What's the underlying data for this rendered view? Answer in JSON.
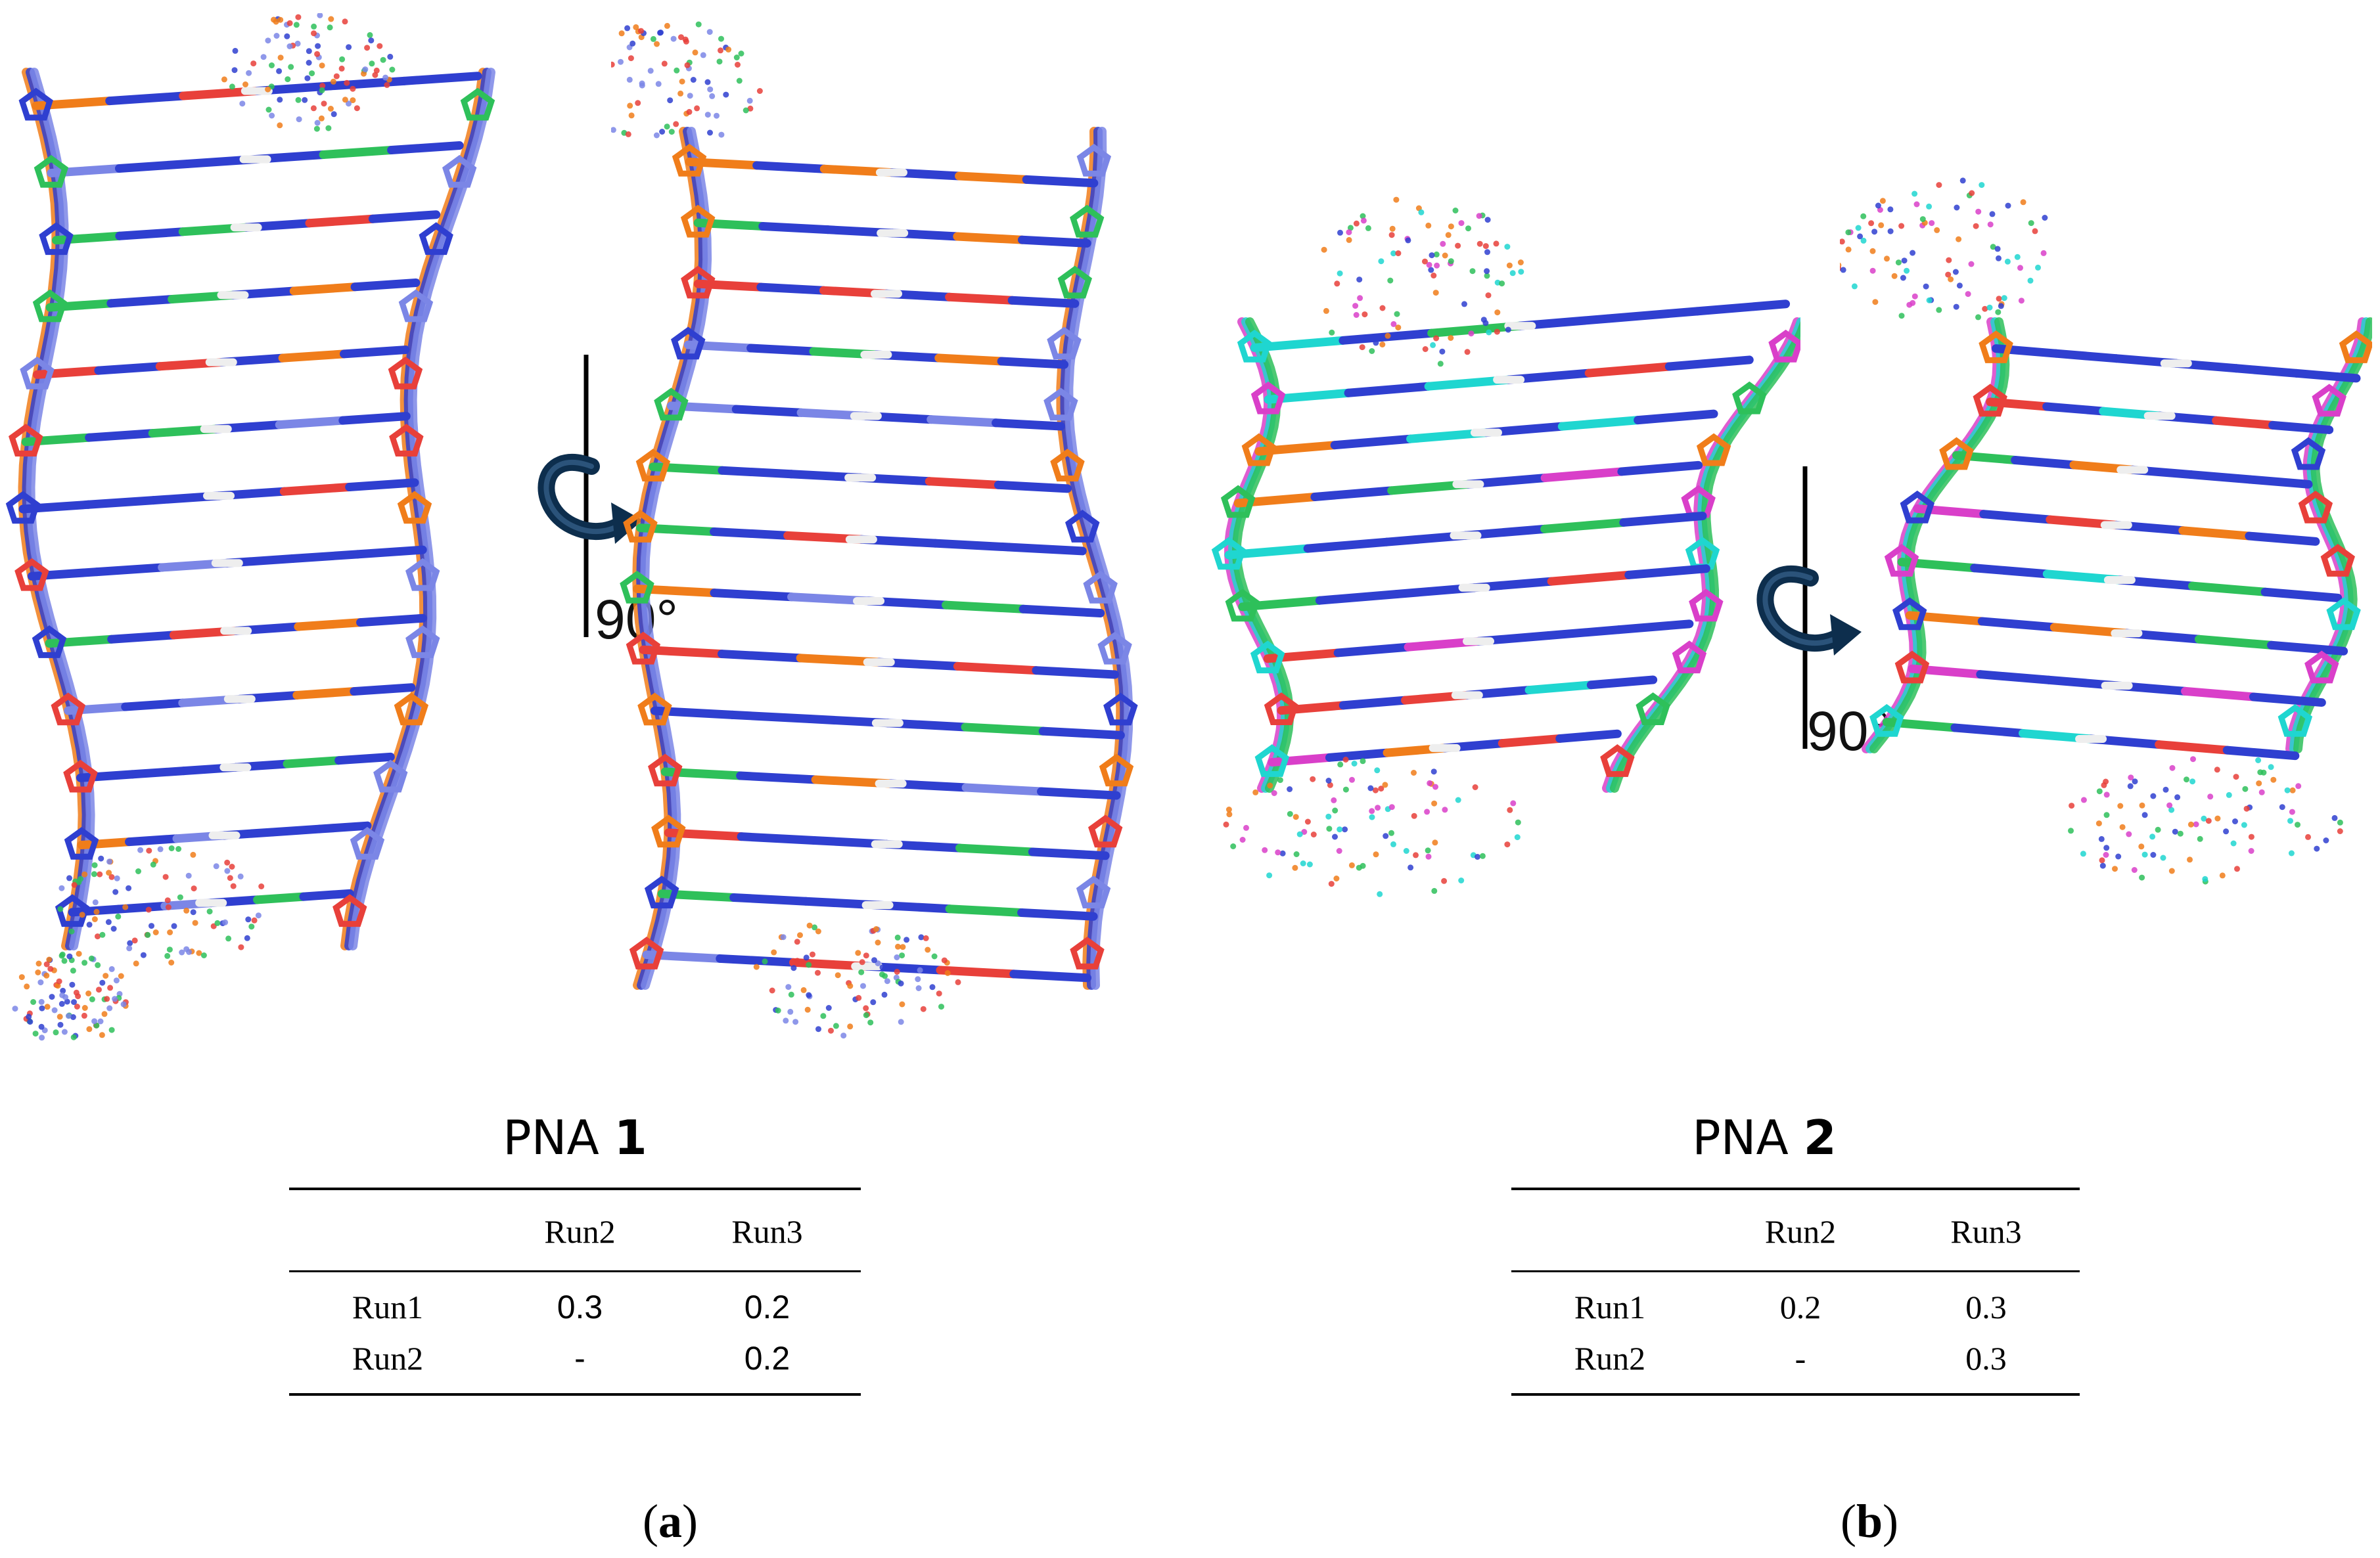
{
  "panels": [
    {
      "title_prefix": "PNA",
      "title_number": "1",
      "rotation_label": "90°",
      "caption_letter": "a",
      "table": {
        "columns": [
          "",
          "Run2",
          "Run3"
        ],
        "rows": [
          [
            "Run1",
            "0.3",
            "0.2"
          ],
          [
            "Run2",
            "-",
            "0.2"
          ]
        ]
      }
    },
    {
      "title_prefix": "PNA",
      "title_number": "2",
      "rotation_label": "90°",
      "caption_letter": "b",
      "table": {
        "columns": [
          "",
          "Run2",
          "Run3"
        ],
        "rows": [
          [
            "Run1",
            "0.2",
            "0.3"
          ],
          [
            "Run2",
            "-",
            "0.3"
          ]
        ]
      }
    }
  ],
  "colors": {
    "orange": "#f07d1a",
    "blue": "#2f3fd0",
    "slate": "#7b86e6",
    "green": "#2ec05a",
    "red": "#e8403a",
    "magenta": "#d93fc9",
    "cyan": "#1fd6d0",
    "white": "#eeeeee",
    "arrow": "#0d2e4d"
  },
  "icons": {
    "rotation": "rotation-arrow-icon"
  }
}
